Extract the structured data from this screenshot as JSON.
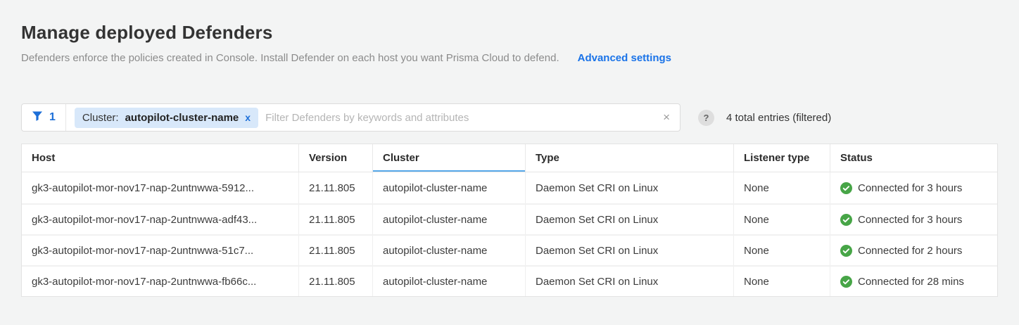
{
  "page": {
    "title": "Manage deployed Defenders",
    "subtitle": "Defenders enforce the policies created in Console. Install Defender on each host you want Prisma Cloud to defend.",
    "advanced_settings_label": "Advanced settings"
  },
  "filter_bar": {
    "filter_icon": "filter-funnel-icon",
    "active_filter_count": "1",
    "chip": {
      "label": "Cluster:",
      "value": "autopilot-cluster-name",
      "remove_icon": "x"
    },
    "input_value": "",
    "input_placeholder": "Filter Defenders by keywords and attributes",
    "clear_icon": "×",
    "help_icon": "?",
    "results_summary": "4 total entries (filtered)"
  },
  "table": {
    "columns": [
      "Host",
      "Version",
      "Cluster",
      "Type",
      "Listener type",
      "Status"
    ],
    "sorted_column": "Cluster",
    "rows": [
      {
        "host": "gk3-autopilot-mor-nov17-nap-2untnwwa-5912...",
        "version": "21.11.805",
        "cluster": "autopilot-cluster-name",
        "type": "Daemon Set CRI on Linux",
        "listener_type": "None",
        "status": "Connected for 3 hours",
        "status_icon": "connected-check-icon"
      },
      {
        "host": "gk3-autopilot-mor-nov17-nap-2untnwwa-adf43...",
        "version": "21.11.805",
        "cluster": "autopilot-cluster-name",
        "type": "Daemon Set CRI on Linux",
        "listener_type": "None",
        "status": "Connected for 3 hours",
        "status_icon": "connected-check-icon"
      },
      {
        "host": "gk3-autopilot-mor-nov17-nap-2untnwwa-51c7...",
        "version": "21.11.805",
        "cluster": "autopilot-cluster-name",
        "type": "Daemon Set CRI on Linux",
        "listener_type": "None",
        "status": "Connected for 2 hours",
        "status_icon": "connected-check-icon"
      },
      {
        "host": "gk3-autopilot-mor-nov17-nap-2untnwwa-fb66c...",
        "version": "21.11.805",
        "cluster": "autopilot-cluster-name",
        "type": "Daemon Set CRI on Linux",
        "listener_type": "None",
        "status": "Connected for 28 mins",
        "status_icon": "connected-check-icon"
      }
    ]
  },
  "colors": {
    "accent_blue": "#1a73e8",
    "chip_background": "#d8e8fa",
    "sort_underline_blue": "#57a9ea",
    "status_green": "#47a547",
    "page_background": "#f3f4f4"
  }
}
